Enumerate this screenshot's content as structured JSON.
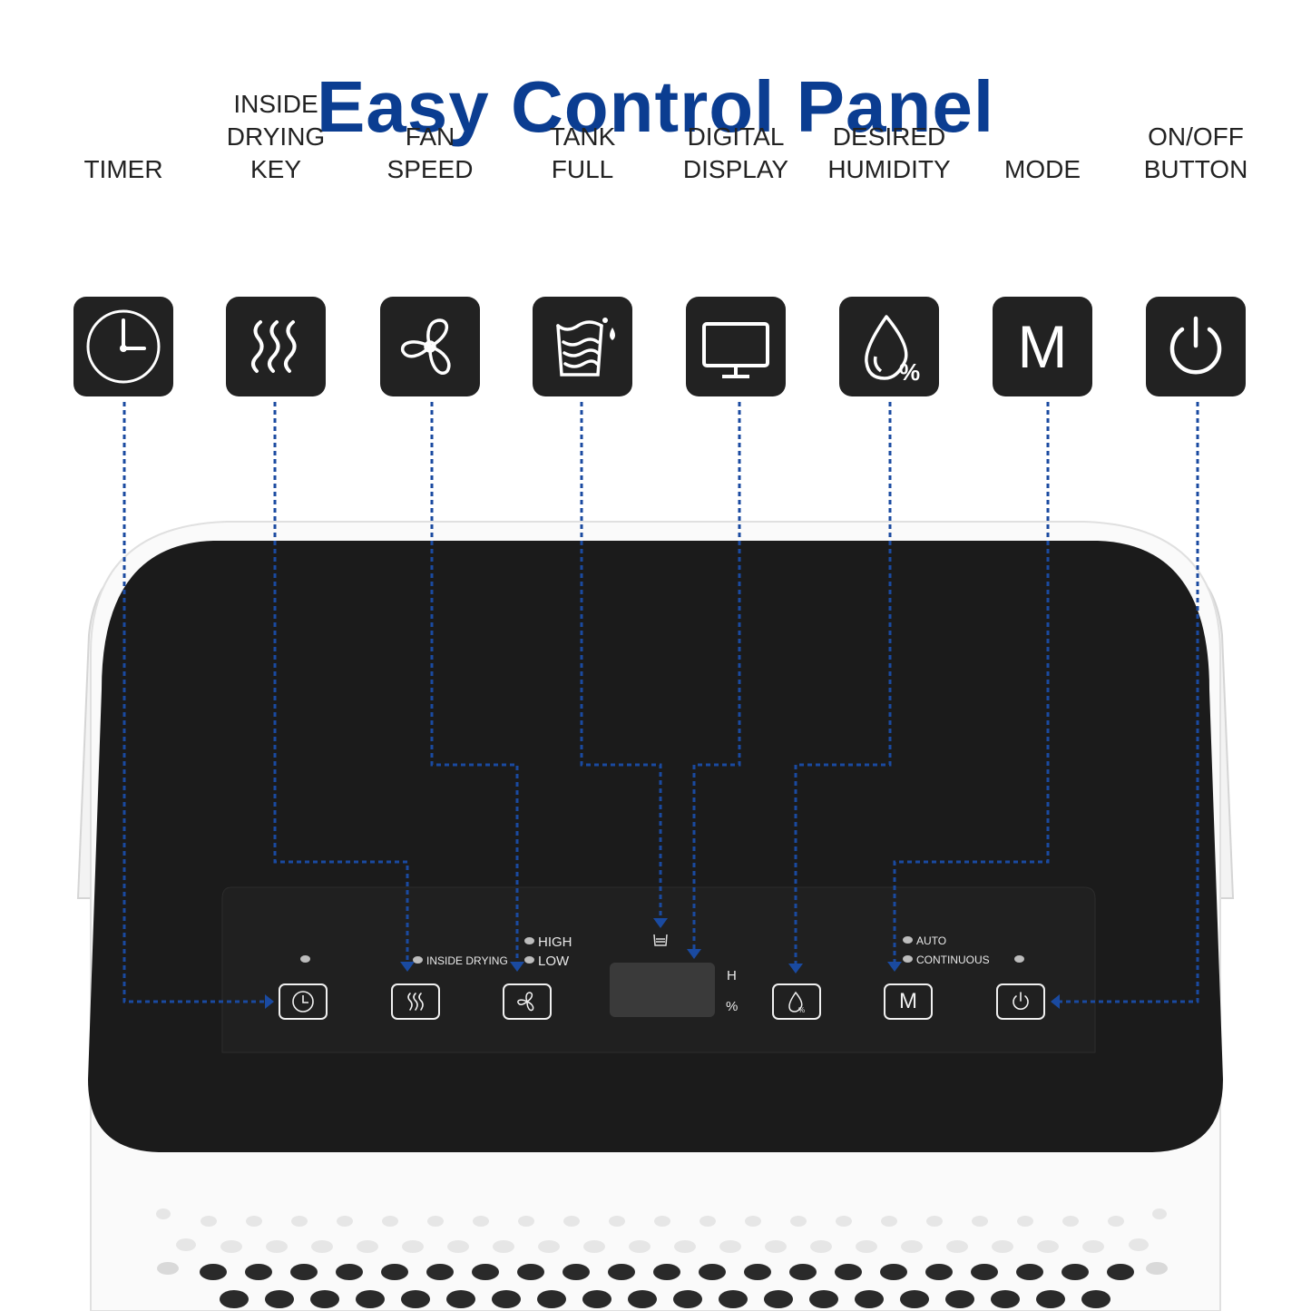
{
  "title": "Easy Control Panel",
  "keys": [
    {
      "id": "timer",
      "label": "TIMER",
      "icon": "clock-icon"
    },
    {
      "id": "inside-drying",
      "label": "INSIDE\nDRYING\nKEY",
      "icon": "heat-waves-icon"
    },
    {
      "id": "fan-speed",
      "label": "FAN\nSPEED",
      "icon": "fan-icon"
    },
    {
      "id": "tank-full",
      "label": "TANK\nFULL",
      "icon": "water-tank-icon"
    },
    {
      "id": "digital-display",
      "label": "DIGITAL\nDISPLAY",
      "icon": "monitor-icon"
    },
    {
      "id": "desired-humidity",
      "label": "DESIRED\nHUMIDITY",
      "icon": "humidity-drop-icon"
    },
    {
      "id": "mode",
      "label": "MODE",
      "icon": "mode-m-icon",
      "letter": "M"
    },
    {
      "id": "power",
      "label": "ON/OFF\nBUTTON",
      "icon": "power-icon"
    }
  ],
  "panel": {
    "inside_drying": "INSIDE DRYING",
    "high": "HIGH",
    "low": "LOW",
    "unit_h": "H",
    "unit_pct": "%",
    "auto": "AUTO",
    "continuous": "CONTINUOUS",
    "mode_letter": "M"
  },
  "colors": {
    "title": "#0b3d91",
    "leader_line": "#1a4aa0",
    "tile": "#222222",
    "panel": "#1b1b1b"
  }
}
